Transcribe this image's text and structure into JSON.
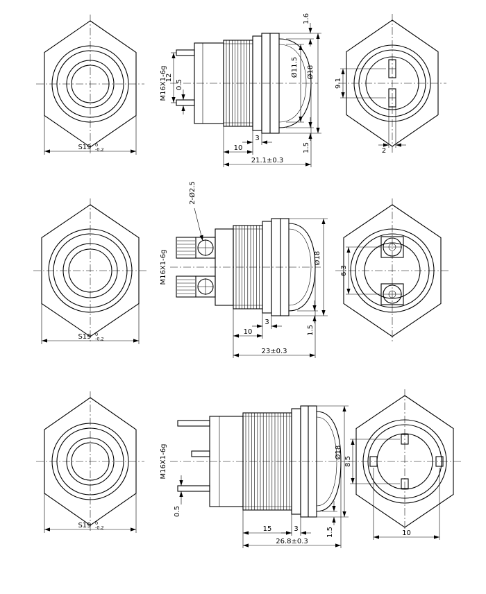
{
  "rows": [
    {
      "front": {
        "hex": "S19",
        "tol_upper": "0",
        "tol_lower": "-0.2"
      },
      "side": {
        "thread": "M16X1-6g",
        "pin_spacing": "12",
        "pin_width": "0.5",
        "head_lip": "1.6",
        "dia_head": "Ø11.5",
        "dia_flange": "Ø18",
        "step": "3",
        "thread_len": "10",
        "lip_bottom": "1.5",
        "total": "21.1±0.3"
      },
      "rear": {
        "pin_pitch": "9.1",
        "pin_width": "2"
      }
    },
    {
      "front": {
        "hex": "S19",
        "tol_upper": "0",
        "tol_lower": "-0.2"
      },
      "side": {
        "screw_note": "2-Ø2.5",
        "thread": "M16X1-6g",
        "dia_flange": "Ø18",
        "step": "3",
        "thread_len": "10",
        "lip_bottom": "1.5",
        "total": "23±0.3"
      },
      "rear": {
        "terminal_pitch": "6.3"
      }
    },
    {
      "front": {
        "hex": "S19",
        "tol_upper": "0",
        "tol_lower": "-0.2"
      },
      "side": {
        "thread": "M16X1-6g",
        "pin_width": "0.5",
        "dia_flange": "Ø18",
        "step": "3",
        "thread_len": "15",
        "lip_bottom": "1.5",
        "total": "26.8±0.3"
      },
      "rear": {
        "pin_pitch_v": "8.5",
        "pin_pitch_h": "10"
      }
    }
  ]
}
